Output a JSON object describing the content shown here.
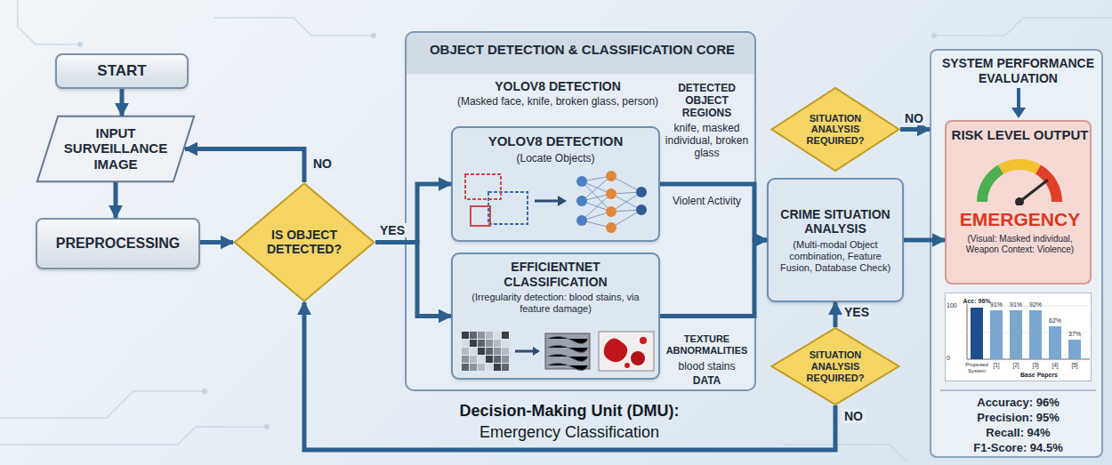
{
  "diagram": {
    "nodes": [
      {
        "text": [
          "START"
        ]
      },
      {
        "text": [
          "INPUT SURVEILLANCE IMAGE"
        ]
      },
      {
        "text": [
          "PREPROCESSING"
        ]
      },
      {
        "text": [
          "IS OBJECT DETECTED?"
        ]
      },
      {
        "text": [
          "OBJECT DETECTION & CLASSIFICATION CORE",
          "YOLOV8 DETECTION",
          "(Masked face, knife, broken glass, person)",
          "DETECTED OBJECT REGIONS",
          "knife, masked individual, broken glass",
          "Violent Activity",
          "TEXTURE ABNORMALITIES",
          "blood stains",
          "DATA"
        ]
      },
      {
        "text": [
          "YOLOV8 DETECTION",
          "(Locate Objects)"
        ],
        "in": 4
      },
      {
        "text": [
          "EFFICIENTNET CLASSIFICATION",
          "(Irregularity detection: blood stains, via feature damage)"
        ],
        "in": 4
      },
      {
        "text": [
          "SITUATION ANALYSIS REQUIRED?"
        ]
      },
      {
        "text": [
          "CRIME SITUATION ANALYSIS",
          "(Multi-modal Object combination, Feature Fusion, Database Check)"
        ]
      },
      {
        "text": [
          "SITUATION ANALYSIS REQUIRED?"
        ]
      },
      {
        "text": [
          "SYSTEM PERFORMANCE EVALUATION",
          "Accuracy: 96%",
          "Precision: 95%",
          "Recall: 94%",
          "F1-Score: 94.5%"
        ]
      },
      {
        "text": [
          "RISK LEVEL OUTPUT",
          "EMERGENCY",
          "(Visual: Masked individual, Weapon Context: Violence)"
        ],
        "in": 10
      },
      {
        "text": [
          "100",
          "0",
          "Acc: 96%",
          "91%",
          "91%",
          "92%",
          "62%",
          "37%",
          "Proposed System",
          "[1]",
          "[2]",
          "[3]",
          "[4]",
          "[5]",
          "Base Papers"
        ],
        "in": 10
      }
    ],
    "edges": [
      {
        "from": 0,
        "to": 1,
        "arrow": "to"
      },
      {
        "from": 1,
        "to": 2,
        "arrow": "to"
      },
      {
        "from": 2,
        "to": 3,
        "arrow": "to"
      },
      {
        "from": 3,
        "to": 1,
        "label": "NO",
        "arrow": "to"
      },
      {
        "from": 3,
        "to": 5,
        "label": "YES",
        "arrow": "to"
      },
      {
        "from": 3,
        "to": 6,
        "arrow": "to"
      },
      {
        "from": 5,
        "to": 8,
        "arrow": "to"
      },
      {
        "from": 6,
        "to": 8,
        "arrow": "to"
      },
      {
        "from": 7,
        "to": 10,
        "label": "NO",
        "arrow": "to"
      },
      {
        "from": 8,
        "to": 11,
        "arrow": "to"
      },
      {
        "from": 9,
        "to": 8,
        "label": "YES",
        "arrow": "to"
      },
      {
        "from": 9,
        "to": 3,
        "label": "NO",
        "arrow": "to"
      }
    ],
    "labels": [
      "Decision-Making Unit (DMU):",
      "Emergency Classification"
    ]
  }
}
